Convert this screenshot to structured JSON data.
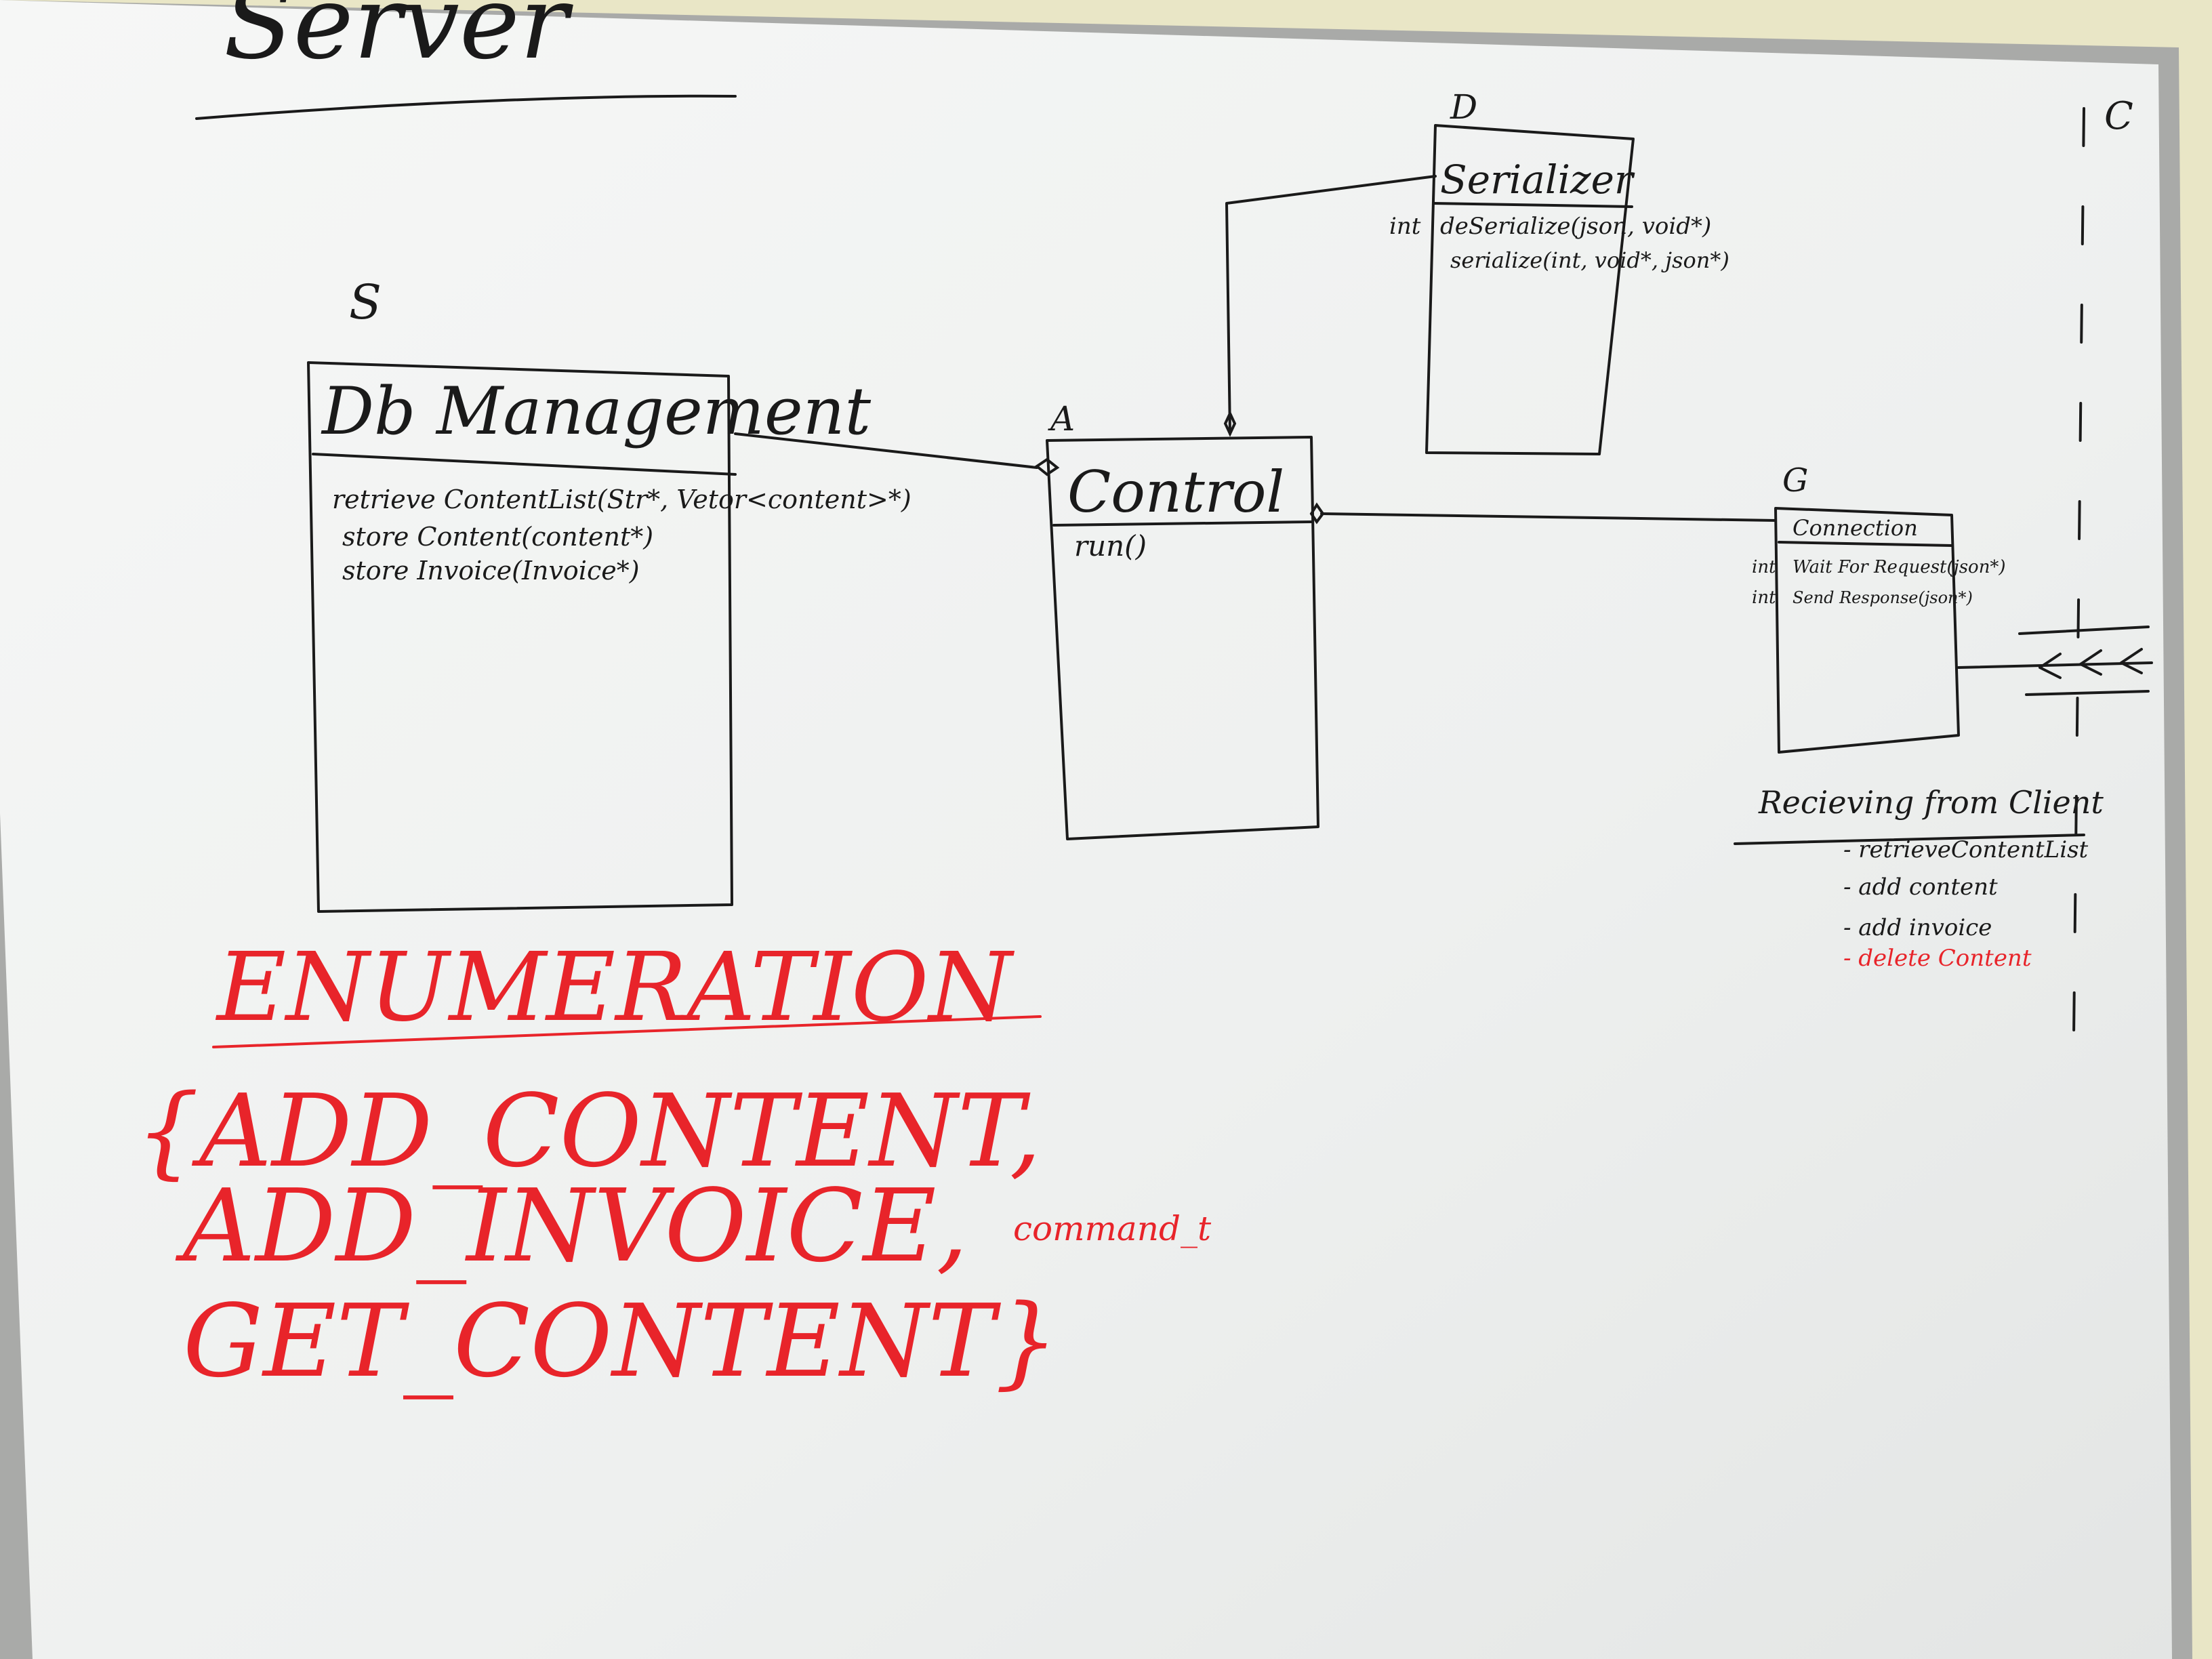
{
  "title": "Server",
  "section_labels": {
    "db": "S",
    "control": "A",
    "serializer": "D",
    "connection": "G",
    "client_side": "C"
  },
  "classes": {
    "db_management": {
      "name": "Db Management",
      "methods": [
        "retrieve ContentList(Str*, Vetor<content>*)",
        "store Content(content*)",
        "store Invoice(Invoice*)"
      ]
    },
    "control": {
      "name": "Control",
      "methods": [
        "run()"
      ]
    },
    "serializer": {
      "name": "Serializer",
      "return_label": "int",
      "methods": [
        "deSerialize(json, void*)",
        "serialize(int, void*, json*)"
      ]
    },
    "connection": {
      "name": "Connection",
      "return_labels": [
        "int",
        "int"
      ],
      "methods": [
        "Wait For Request(json*)",
        "Send Response(json*)"
      ]
    }
  },
  "receiving": {
    "heading": "Recieving from Client",
    "items": [
      "- retrieveContentList",
      "- add content",
      "- add invoice"
    ],
    "red_item": "- delete Content"
  },
  "enumeration": {
    "heading": "ENUMERATION",
    "line1": "{ADD_CONTENT,",
    "line2": "ADD_INVOICE,",
    "line3": "GET_CONTENT}",
    "suffix": "command_t"
  },
  "colors": {
    "board": "#f3f4f3",
    "ink_black": "#1a1a1a",
    "ink_red": "#e8242a",
    "frame": "#a9aaa8",
    "wall": "#e9e6c6"
  }
}
